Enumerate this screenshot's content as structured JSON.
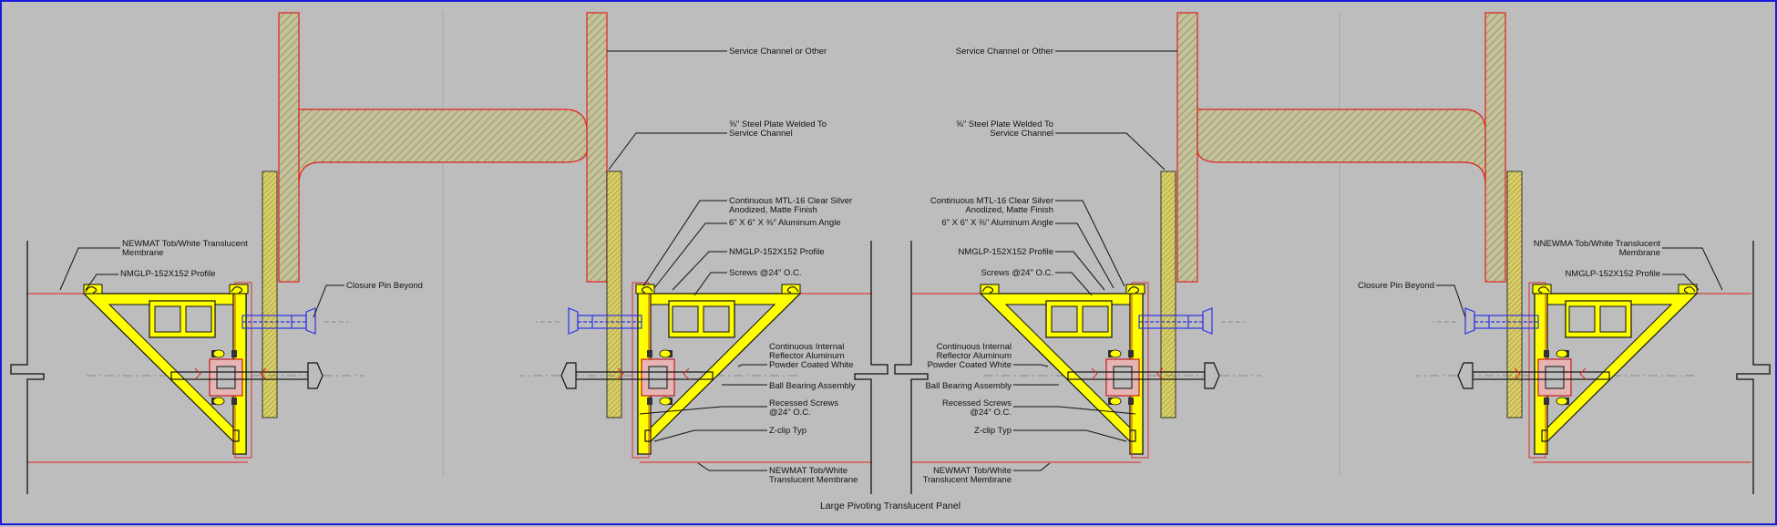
{
  "title": "Large Pivoting Translucent Panel",
  "colors": {
    "background": "#bdbdbd",
    "frame_border": "#1a1adc",
    "profile_fill": "#ffff00",
    "hatch": "#9a9a6a",
    "red_line": "#e0211f",
    "blue_hardware": "#2b33e8",
    "linework": "#111111"
  },
  "labels": {
    "service_channel": "Service Channel or Other",
    "steel_plate_1": "⅝\" Steel Plate Welded To",
    "steel_plate_2": "Service Channel",
    "mtl_1": "Continuous MTL-16 Clear Silver",
    "mtl_2": "Anodized, Matte Finish",
    "angle": "6\" X 6\" X ⅜\" Aluminum Angle",
    "profile": "NMGLP-152X152 Profile",
    "screws": "Screws @24\" O.C.",
    "reflector_1": "Continuous Internal",
    "reflector_2": "Reflector Aluminum",
    "reflector_3": "Powder Coated White",
    "ball_bearing": "Ball Bearing Assembly",
    "recessed_1": "Recessed Screws",
    "recessed_2": "@24\" O.C.",
    "zclip": "Z-clip Typ",
    "membrane_bottom_1": "NEWMAT Tob/White",
    "membrane_bottom_2": "Translucent Membrane",
    "membrane_left_1": "NEWMAT Tob/White Translucent",
    "membrane_left_2": "Membrane",
    "membrane_right_1": "NNEWMA Tob/White Translucent",
    "membrane_right_2": "Membrane",
    "closure_pin": "Closure Pin Beyond"
  }
}
